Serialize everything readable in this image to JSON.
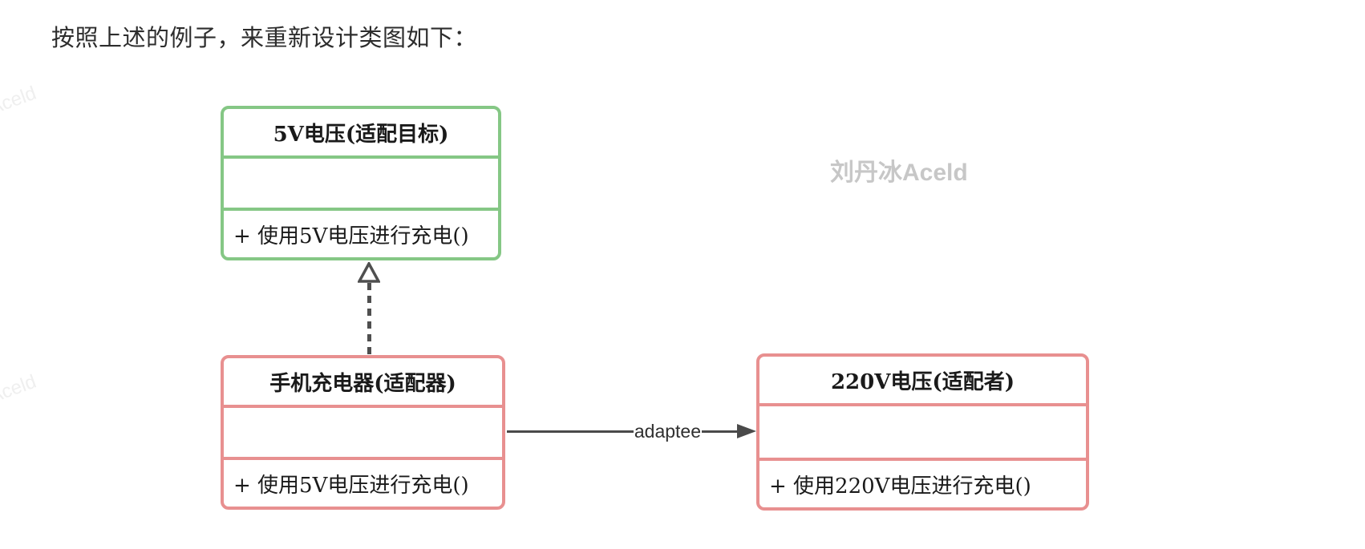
{
  "page": {
    "heading": "按照上述的例子，来重新设计类图如下：",
    "background_color": "#ffffff"
  },
  "watermarks": {
    "corner_text": "Aceld",
    "center_text": "刘丹冰Aceld",
    "corner_color": "#efefef",
    "center_color": "#c7c7c7"
  },
  "diagram": {
    "type": "uml-class-diagram",
    "connector_color": "#4a4a4a",
    "target_class": {
      "title": "5V电压(适配目标)",
      "attributes": "",
      "method": "+ 使用5V电压进行充电()",
      "border_color": "#85c785"
    },
    "adapter_class": {
      "title": "手机充电器(适配器)",
      "attributes": "",
      "method": "+ 使用5V电压进行充电()",
      "border_color": "#e89090"
    },
    "adaptee_class": {
      "title": "220V电压(适配者)",
      "attributes": "",
      "method": "+ 使用220V电压进行充电()",
      "border_color": "#e89090"
    },
    "relations": {
      "realization": {
        "type": "realization",
        "from": "adapter_class",
        "to": "target_class",
        "style": "dashed",
        "arrowhead": "hollow-triangle-up",
        "label": ""
      },
      "association": {
        "type": "association",
        "from": "adapter_class",
        "to": "adaptee_class",
        "style": "solid",
        "arrowhead": "filled-triangle-right",
        "label": "adaptee"
      }
    }
  }
}
